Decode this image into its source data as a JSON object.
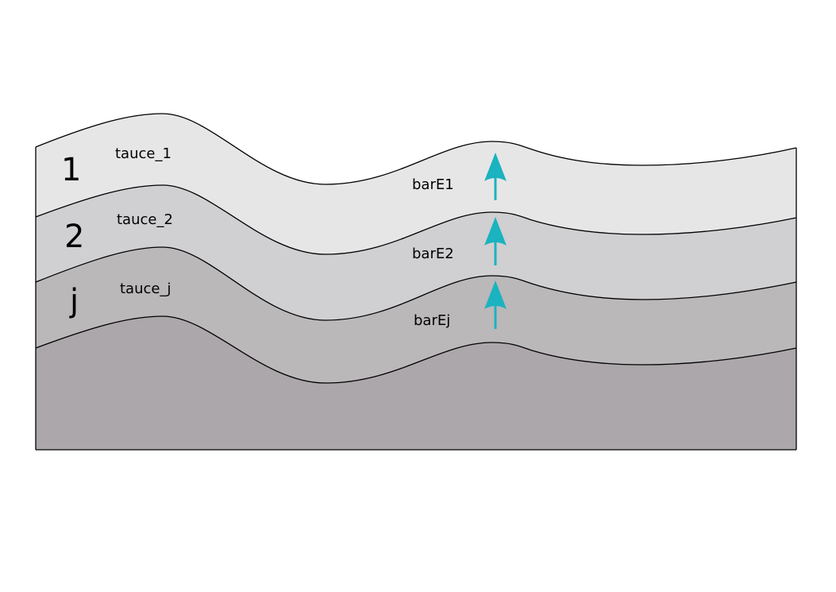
{
  "layers": [
    {
      "number": "1",
      "tau_label": "tauce_1",
      "energy_label": "barE1",
      "fill": "#e6e6e6"
    },
    {
      "number": "2",
      "tau_label": "tauce_2",
      "energy_label": "barE2",
      "fill": "#d0cfd2"
    },
    {
      "number": "j",
      "tau_label": "tauce_j",
      "energy_label": "barEj",
      "fill": "#bab8b9"
    }
  ],
  "bottom_layer_fill": "#aca7ab",
  "arrow_color": "#1ab3bf",
  "outline_color": "#000000"
}
